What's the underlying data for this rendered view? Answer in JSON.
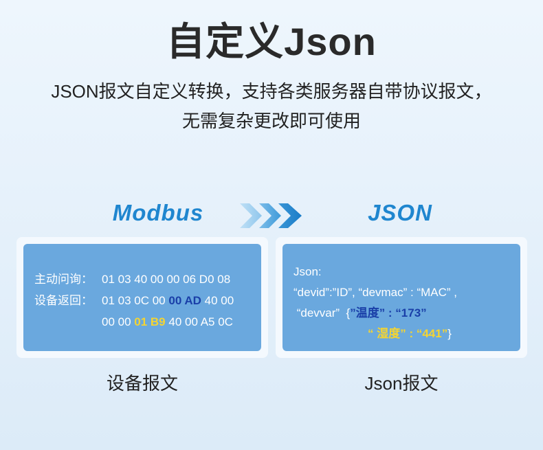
{
  "header": {
    "title": "自定义Json",
    "subtitle_line1": "JSON报文自定义转换，支持各类服务器自带协议报文，",
    "subtitle_line2": "无需复杂更改即可使用"
  },
  "flow": {
    "from_label": "Modbus",
    "to_label": "JSON",
    "arrow_icon": "triple-chevron-right-icon"
  },
  "device_panel": {
    "rows": [
      {
        "key": "主动问询：",
        "segments": [
          {
            "text": "01 03 40 00 00 06 D0 08",
            "style": "normal"
          }
        ]
      },
      {
        "key": "设备返回：",
        "segments": [
          {
            "text": "01 03 0C 00 ",
            "style": "normal"
          },
          {
            "text": "00 AD",
            "style": "blue"
          },
          {
            "text": " 40 00",
            "style": "normal"
          }
        ]
      },
      {
        "key": "",
        "segments": [
          {
            "text": "00 00 ",
            "style": "normal"
          },
          {
            "text": "01 B9",
            "style": "yellow"
          },
          {
            "text": " 40 00 A5 0C",
            "style": "normal"
          }
        ]
      }
    ],
    "caption": "设备报文"
  },
  "json_panel": {
    "line1": "Json:",
    "line2": " “devid”:”ID”, “devmac” : “MAC” ,",
    "line3_prefix": " “devvar”  {",
    "line3_key": "”温度” : “173”",
    "line4_key": "“ 湿度” : “441”",
    "line4_suffix": "}",
    "caption": "Json报文"
  },
  "colors": {
    "accent": "#1f86cf",
    "panel_fill": "#6aa8de",
    "highlight_blue": "#1a3fa8",
    "highlight_yellow": "#f4d432"
  }
}
